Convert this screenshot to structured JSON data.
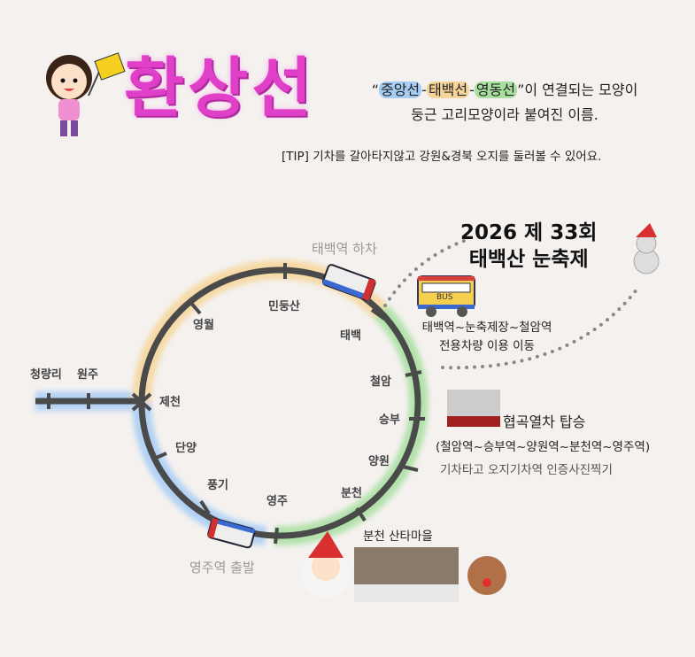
{
  "header": {
    "title": "환상선",
    "desc_line1_parts": [
      "“",
      "중앙선",
      "-",
      "태백선",
      "-",
      "영동선",
      "”이 연결되는 모양이"
    ],
    "desc_line2": "둥근 고리모양이라 붙여진 이름.",
    "tip": "[TIP] 기차를 갈아타지않고 강원&경북 오지를 둘러볼 수 있어요."
  },
  "stations": {
    "cheongnyangni": "청량리",
    "wonju": "원주",
    "jecheon": "제천",
    "yeongwol": "영월",
    "mindungsan": "민둥산",
    "taebaek": "태백",
    "cheoram": "철암",
    "seungbu": "승부",
    "yangwon": "양원",
    "buncheon": "분천",
    "yeongju": "영주",
    "punggi": "풍기",
    "danyang": "단양"
  },
  "labels": {
    "taebaek_getoff": "태백역 하차",
    "yeongju_depart": "영주역 출발",
    "festival_line1": "2026 제 33회",
    "festival_line2": "태백산 눈축제",
    "bus_text": "BUS",
    "bus_line1": "태백역~눈축제장~철암역",
    "bus_line2": "전용차량 이용 이동",
    "canyon_title": "협곡열차 탑승",
    "canyon_route": "(철암역~승부역~양원역~분천역~영주역)",
    "canyon_note": "기차타고 오지기차역 인증사진찍기",
    "santa_village": "분천 산타마을"
  },
  "colors": {
    "title": "#e040c8",
    "jungang": "#a8cdf5",
    "taebaek": "#f7d59a",
    "yeongdong": "#a8e0a0",
    "track": "#4a4a4a"
  }
}
